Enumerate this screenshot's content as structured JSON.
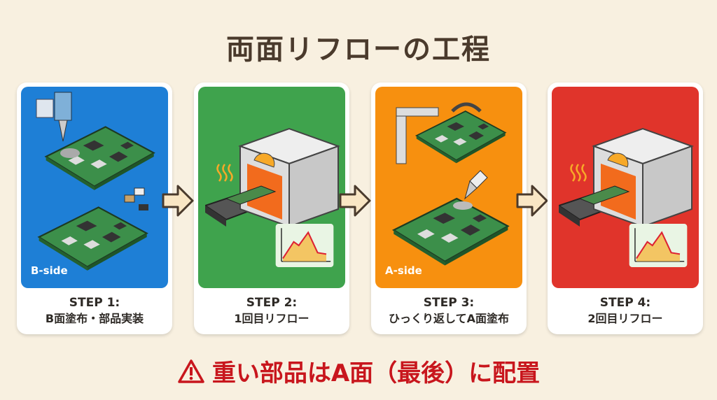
{
  "title": "両面リフローの工程",
  "steps": [
    {
      "step": "STEP 1:",
      "desc": "B面塗布・部品実装",
      "side": "B-side",
      "color": "#1e7fd6"
    },
    {
      "step": "STEP 2:",
      "desc": "1回目リフロー",
      "color": "#3fa34d"
    },
    {
      "step": "STEP 3:",
      "desc": "ひっくり返してA面塗布",
      "side": "A-side",
      "color": "#f7900f"
    },
    {
      "step": "STEP 4:",
      "desc": "2回目リフロー",
      "color": "#e0342b"
    }
  ],
  "warning": {
    "icon": "warning-triangle-icon",
    "text": "重い部品はA面（最後）に配置",
    "color": "#c8161d"
  }
}
